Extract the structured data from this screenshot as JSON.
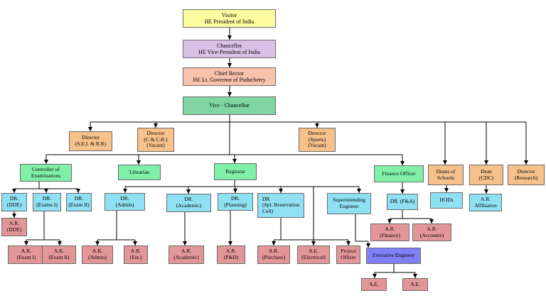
{
  "top": {
    "visitor": "Visitor\nHE President of India",
    "chancellor": "Chancellor\nHE Vice-President of India",
    "chief_rector": "Chief Rector\nHE  Lt. Governor of Puducherry",
    "vice_chancellor": "Vice - Chancellor"
  },
  "directors": {
    "seir": "Director\n(S.E.I. & R.R)",
    "ccr": "Director\n(C & C.R.)\n(Vacant)",
    "sports": "Director\n(Sports)\n(Vacant)",
    "research": "Director\n(Research)"
  },
  "level2": {
    "coe": "Controller of\nExaminations",
    "librarian": "Librarian",
    "registrar": "Registrar",
    "finance_officer": "Finance Officer",
    "deans": "Deans of\nSchools",
    "dean_cdc": "Dean\n(CDC)"
  },
  "level3": {
    "dr_dde": "DR.\n(DDE)",
    "dr_exam1": "DR.\n(Exams I)",
    "dr_exam2": "DR.\n(Exam II)",
    "dr_admin": "DR.\n(Admin)",
    "dr_academic": "DR.\n(Academic)",
    "dr_planning": "DR.\n(Planning)",
    "dr_spl": "DR\n(Spl. Reservation\nCell)",
    "se": "Superintending\nEngineer",
    "dr_fa": "DR. (F&A)",
    "hods": "HODs",
    "ar_affiliation": "A.R.\nAffiliation"
  },
  "level4": {
    "ar_dde": "A.R.\n(DDE)",
    "ar_finance": "A.R.\n(Finance)",
    "ar_accounts": "A.R.\n(Accounts)",
    "ar_exam1": "A.R.\n(Exam I)",
    "ar_exam2": "A.R.\n(Exam II)",
    "ar_admin": "A.R.\n(Admin)",
    "ar_est": "A.R.\n(Est.)",
    "ar_academic": "A.R.\n(Academic)",
    "ar_prd": "A.R.\n(P&D)",
    "ar_purchase": "A.R.\n(Purchase)",
    "ae_electrical": "A.E.\n(Electrical)",
    "project_officer": "Project\nOfficer",
    "exec_engineer": "Executive Engineer",
    "ae1": "A.E.",
    "ae2": "A.E."
  }
}
